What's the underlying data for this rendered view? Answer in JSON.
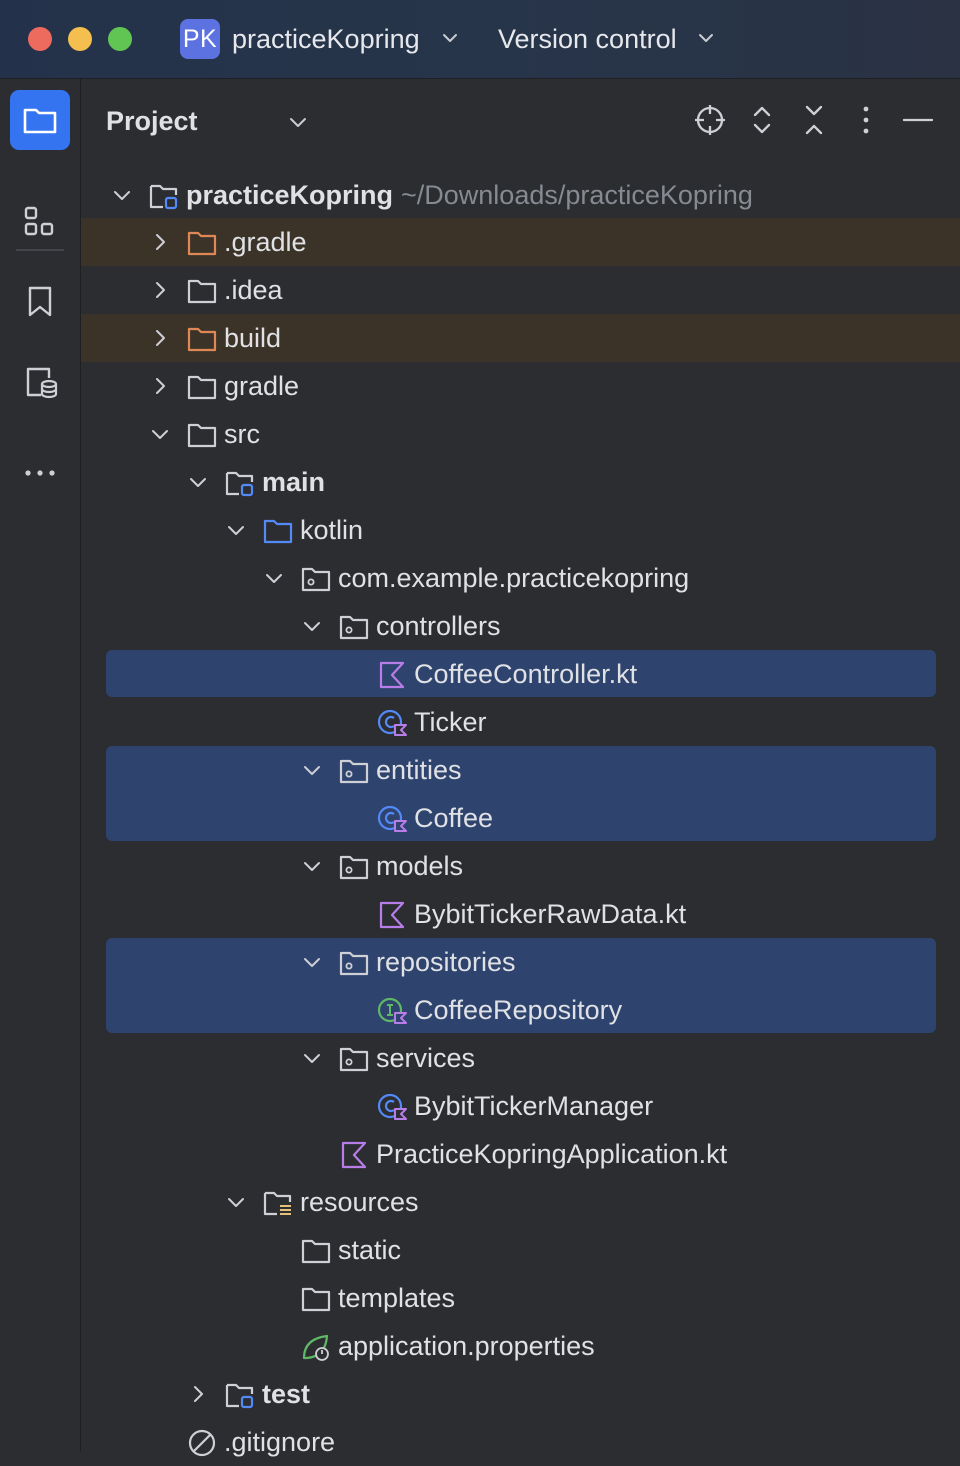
{
  "window": {
    "project_badge": "PK",
    "project_name": "practiceKopring",
    "vcs_label": "Version control",
    "traffic_lights": {
      "close": "#ed6a5e",
      "minimize": "#f4bf4f",
      "zoom": "#61c554"
    }
  },
  "toolstrip": {
    "items": [
      {
        "icon": "folder-icon",
        "active": true
      },
      {
        "icon": "structure-icon",
        "active": false
      },
      {
        "icon": "bookmark-icon",
        "active": false
      },
      {
        "icon": "database-icon",
        "active": false
      },
      {
        "icon": "more-icon",
        "active": false
      }
    ]
  },
  "panel": {
    "title": "Project",
    "actions": [
      "locate-icon",
      "expand-all-icon",
      "collapse-all-icon",
      "options-icon",
      "hide-icon"
    ]
  },
  "colors": {
    "selection": "#2e436e",
    "excluded": "#3b3328",
    "folder": "#ced0d6",
    "excluded_folder": "#e08855",
    "source_folder": "#548af7",
    "kotlin": "#b87de8",
    "interface": "#5fb865",
    "accent": "#3574f0"
  },
  "tree": {
    "rows": [
      {
        "label": "practiceKopring",
        "path": "~/Downloads/practiceKopring",
        "bold": true
      },
      {
        "label": ".gradle"
      },
      {
        "label": ".idea"
      },
      {
        "label": "build"
      },
      {
        "label": "gradle"
      },
      {
        "label": "src"
      },
      {
        "label": "main",
        "bold": true
      },
      {
        "label": "kotlin"
      },
      {
        "label": "com.example.practicekopring"
      },
      {
        "label": "controllers"
      },
      {
        "label": "CoffeeController.kt"
      },
      {
        "label": "Ticker"
      },
      {
        "label": "entities"
      },
      {
        "label": "Coffee"
      },
      {
        "label": "models"
      },
      {
        "label": "BybitTickerRawData.kt"
      },
      {
        "label": "repositories"
      },
      {
        "label": "CoffeeRepository"
      },
      {
        "label": "services"
      },
      {
        "label": "BybitTickerManager"
      },
      {
        "label": "PracticeKopringApplication.kt"
      },
      {
        "label": "resources"
      },
      {
        "label": "static"
      },
      {
        "label": "templates"
      },
      {
        "label": "application.properties"
      },
      {
        "label": "test",
        "bold": true
      },
      {
        "label": ".gitignore"
      }
    ]
  }
}
